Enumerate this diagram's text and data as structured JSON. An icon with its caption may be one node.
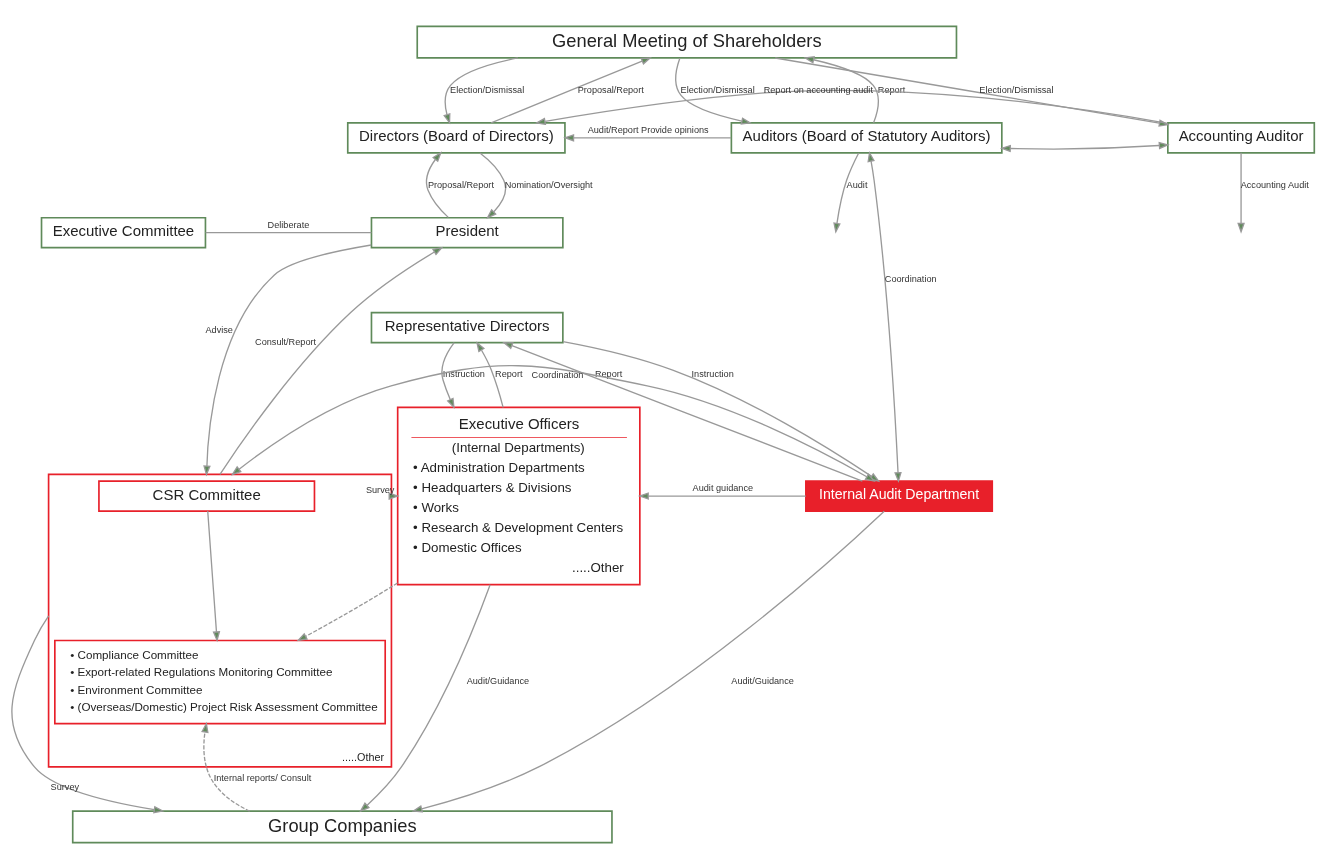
{
  "diagram": {
    "nodes": [
      {
        "text": [
          "General Meeting of Shareholders"
        ]
      },
      {
        "text": [
          "Directors (Board of Directors)"
        ]
      },
      {
        "text": [
          "Auditors (Board of Statutory Auditors)"
        ]
      },
      {
        "text": [
          "Accounting Auditor"
        ]
      },
      {
        "text": [
          "Executive Committee"
        ]
      },
      {
        "text": [
          "President"
        ]
      },
      {
        "text": [
          "Representative Directors"
        ]
      },
      {
        "text": [
          "Executive Officers",
          "(Internal Departments)",
          "• Administration Departments",
          "• Headquarters & Divisions",
          "• Works",
          "• Research & Development Centers",
          "• Domestic Offices",
          ".....Other"
        ]
      },
      {
        "text": [
          "Internal Audit Department"
        ]
      },
      {
        "text": [
          ".....Other"
        ]
      },
      {
        "text": [
          "CSR Committee"
        ],
        "in": 9
      },
      {
        "text": [
          "• Compliance Committee",
          "• Export-related Regulations Monitoring Committee",
          "• Environment Committee",
          "• (Overseas/Domestic) Project Risk Assessment Committee"
        ],
        "in": 9
      },
      {
        "text": [
          "Group Companies"
        ]
      }
    ],
    "edges": [
      {
        "from": 0,
        "to": 1,
        "arrow": "to",
        "label": "Election/Dismissal"
      },
      {
        "from": 1,
        "to": 0,
        "arrow": "to",
        "label": "Proposal/Report"
      },
      {
        "from": 0,
        "to": 2,
        "arrow": "to",
        "label": "Election/Dismissal"
      },
      {
        "from": 2,
        "to": 0,
        "arrow": "to",
        "label": "Report"
      },
      {
        "from": 0,
        "to": 3,
        "arrow": "to",
        "label": "Election/Dismissal"
      },
      {
        "from": 2,
        "to": 1,
        "arrow": "to",
        "label": "Audit/Report Provide opinions"
      },
      {
        "from": 2,
        "to": 3,
        "arrow": "both"
      },
      {
        "from": 3,
        "to": 1,
        "arrow": "to",
        "label": "Report on accounting audit"
      },
      {
        "from": 1,
        "to": 5,
        "arrow": "to",
        "label": "Nomination/Oversight"
      },
      {
        "from": 5,
        "to": 1,
        "arrow": "to",
        "label": "Proposal/Report"
      },
      {
        "from": 2,
        "to": null,
        "arrow": "to",
        "label": "Audit"
      },
      {
        "from": 3,
        "to": null,
        "arrow": "to",
        "label": "Accounting Audit"
      },
      {
        "from": 2,
        "to": 8,
        "arrow": "both",
        "label": "Coordination"
      },
      {
        "from": 4,
        "to": 5,
        "arrow": "none",
        "label": "Deliberate"
      },
      {
        "from": 5,
        "to": 9,
        "arrow": "to",
        "label": "Advise"
      },
      {
        "from": 9,
        "to": 5,
        "arrow": "to",
        "label": "Consult/Report"
      },
      {
        "from": 6,
        "to": 8,
        "arrow": "to",
        "label": "Instruction"
      },
      {
        "from": 8,
        "to": 6,
        "arrow": "to",
        "label": "Report"
      },
      {
        "from": 6,
        "to": 7,
        "arrow": "to",
        "label": "Instruction"
      },
      {
        "from": 7,
        "to": 6,
        "arrow": "to",
        "label": "Report"
      },
      {
        "from": 8,
        "to": 7,
        "arrow": "to",
        "label": "Audit guidance"
      },
      {
        "from": 8,
        "to": 9,
        "arrow": "both",
        "label": "Coordination"
      },
      {
        "from": 7,
        "to": 11,
        "arrow": "to",
        "style": "dashed"
      },
      {
        "from": 12,
        "to": 11,
        "arrow": "to",
        "style": "dashed",
        "label": "Internal reports/ Consult"
      },
      {
        "from": 10,
        "to": 11,
        "arrow": "to"
      },
      {
        "from": 9,
        "to": 7,
        "arrow": "to",
        "label": "Survey"
      },
      {
        "from": 7,
        "to": 12,
        "arrow": "to",
        "label": "Audit/Guidance"
      },
      {
        "from": 8,
        "to": 12,
        "arrow": "to",
        "label": "Audit/Guidance"
      },
      {
        "from": 9,
        "to": 12,
        "arrow": "to",
        "label": "Survey"
      }
    ]
  }
}
